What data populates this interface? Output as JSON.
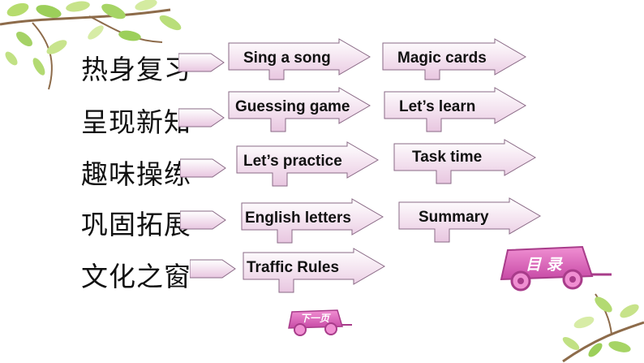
{
  "rows": [
    {
      "label": "热身复习",
      "buttons": [
        "Sing a song",
        "Magic cards"
      ]
    },
    {
      "label": "呈现新知",
      "buttons": [
        "Guessing game",
        "Let’s learn"
      ]
    },
    {
      "label": "趣味操练",
      "buttons": [
        "Let’s practice",
        "Task time"
      ]
    },
    {
      "label": "巩固拓展",
      "buttons": [
        "English letters",
        "Summary"
      ]
    },
    {
      "label": "文化之窗",
      "buttons": [
        "Traffic Rules"
      ]
    }
  ],
  "nav": {
    "contents_label": "目 录",
    "next_label": "下一页"
  },
  "colors": {
    "arrow_fill_top": "#ffffff",
    "arrow_fill_bottom": "#e8c6e0",
    "arrow_stroke": "#8a6a86",
    "cart_body": "#e06ac0",
    "cart_dark": "#a83c8a",
    "leaf_green": "#9ccf5a"
  }
}
